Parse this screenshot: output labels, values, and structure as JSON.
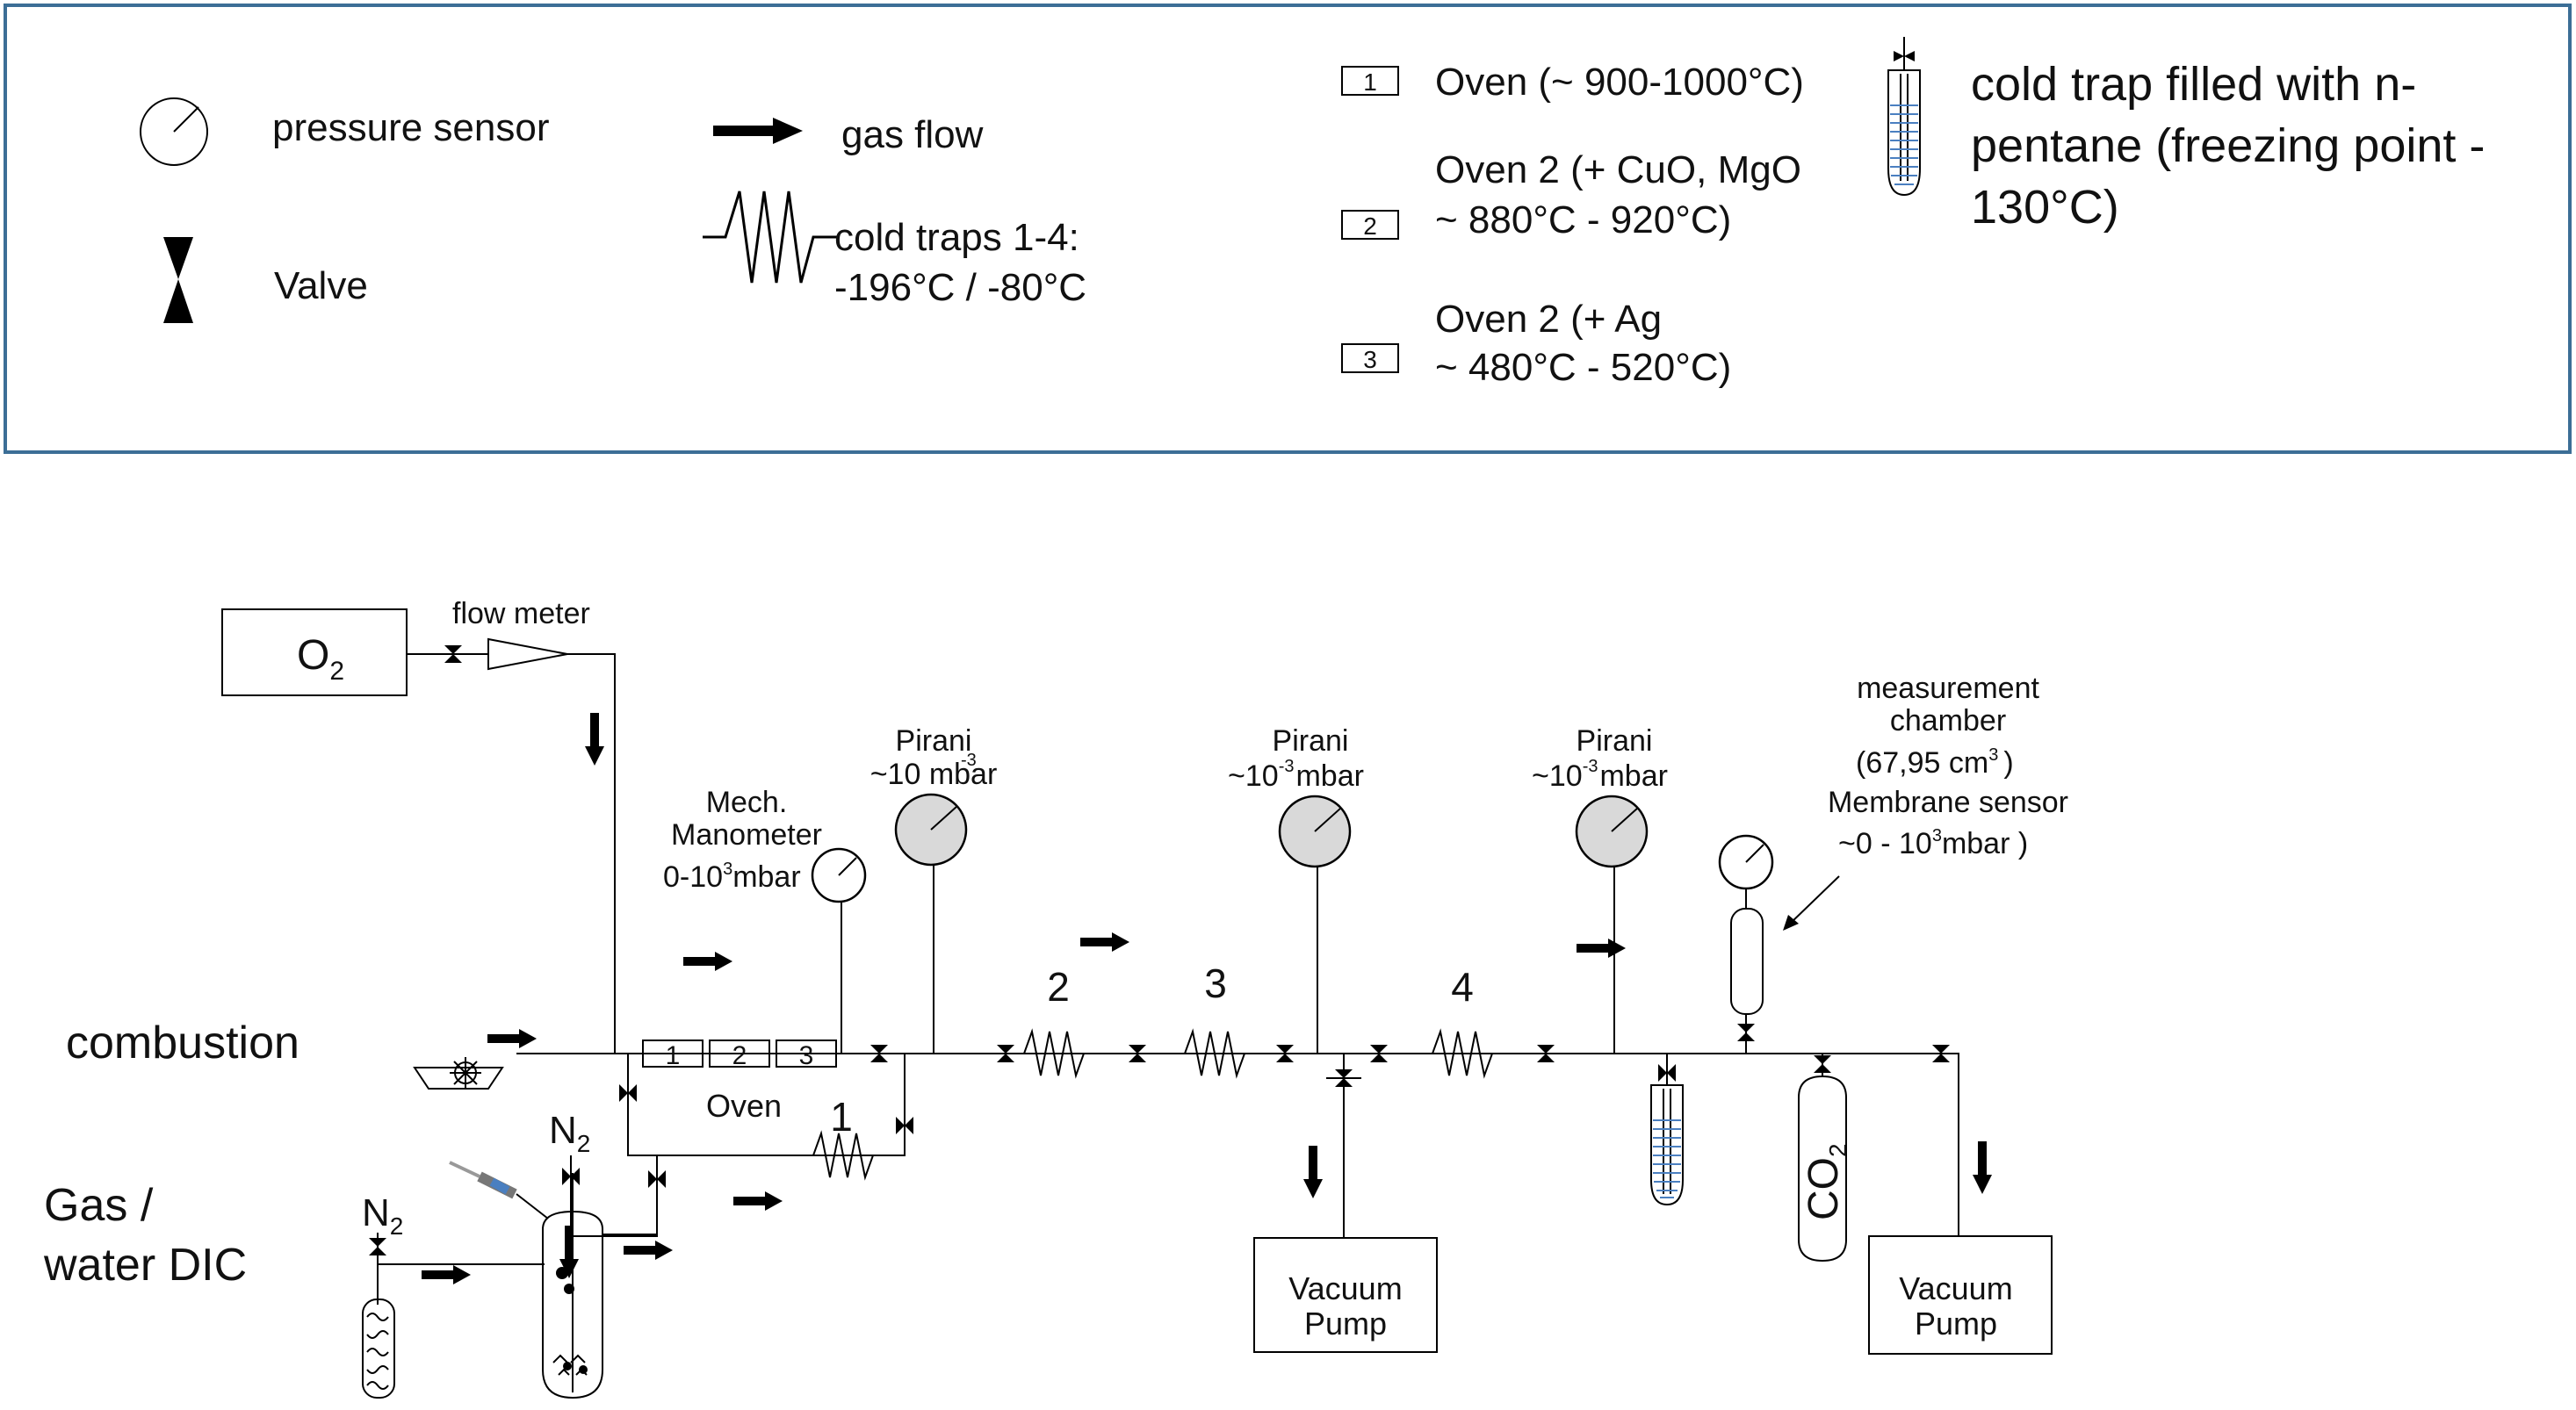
{
  "colors": {
    "legend_border": "#3c6e96",
    "gauge_fill": "#d9d9d9",
    "trap_liquid": "#4a7fc0",
    "line": "#000000"
  },
  "legend": {
    "pressure_sensor": "pressure sensor",
    "valve": "Valve",
    "gas_flow": "gas flow",
    "cold_traps_1": "cold traps 1-4:",
    "cold_traps_2": "-196°C / -80°C",
    "oven1_num": "1",
    "oven1": "Oven (~ 900-1000°C)",
    "oven2_num": "2",
    "oven2_l1": "Oven 2 (+ CuO, MgO",
    "oven2_l2": "~ 880°C - 920°C)",
    "oven3_num": "3",
    "oven3_l1": "Oven 2 (+ Ag",
    "oven3_l2": "~ 480°C - 520°C)",
    "ctrap_l1": "cold trap filled with n-",
    "ctrap_l2": "pentane (freezing point -",
    "ctrap_l3": "130°C)"
  },
  "schematic": {
    "o2": "O",
    "o2_sub": "2",
    "flow_meter": "flow meter",
    "combustion": "combustion",
    "gas_l1": "Gas /",
    "gas_l2": "water DIC",
    "n2_a": "N",
    "n2_a_sub": "2",
    "n2_b": "N",
    "n2_b_sub": "2",
    "oven_cells": [
      "1",
      "2",
      "3"
    ],
    "oven_label": "Oven",
    "trap_1": "1",
    "trap_2": "2",
    "trap_3": "3",
    "trap_4": "4",
    "mech_l1": "Mech.",
    "mech_l2": "Manometer",
    "mech_l3a": "0-10",
    "mech_l3sup": "3",
    "mech_l3b": "mbar",
    "pirani1": "Pirani",
    "pirani1_v": "~10 mbar",
    "pirani1_sup": "-3",
    "pirani2": "Pirani",
    "pirani2_va": "~10",
    "pirani2_sup": "-3",
    "pirani2_vb": "mbar",
    "pirani3": "Pirani",
    "pirani3_va": "~10",
    "pirani3_sup": "-3",
    "pirani3_vb": "mbar",
    "meas_l1": "measurement",
    "meas_l2": "chamber",
    "meas_l3a": "(67,95 cm",
    "meas_l3sup": "3",
    "meas_l3b": ")",
    "meas_l4": "Membrane sensor",
    "meas_l5a": "~0 - 10",
    "meas_l5sup": "3",
    "meas_l5b": "mbar )",
    "co2": "CO",
    "co2_sub": "2",
    "pump1_l1": "Vacuum",
    "pump1_l2": "Pump",
    "pump2_l1": "Vacuum",
    "pump2_l2": "Pump"
  }
}
